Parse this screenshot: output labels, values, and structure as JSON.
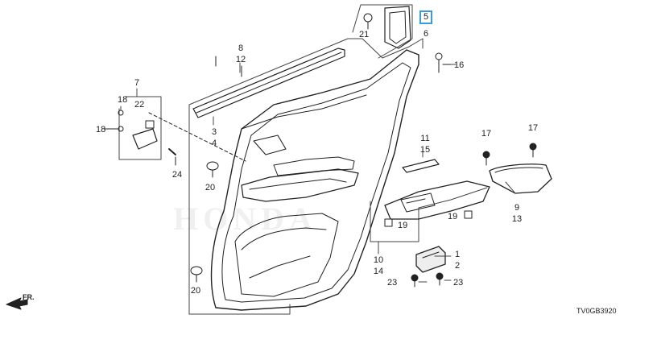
{
  "highlight_color": "#3a9bd9",
  "watermark": "HONDA",
  "diagram_code": "TV0GB3920",
  "front_arrow_label": "FR.",
  "labels": {
    "p5": "5",
    "p6": "6",
    "p21": "21",
    "p16": "16",
    "p8": "8",
    "p12": "12",
    "p3": "3",
    "p4": "4",
    "p7": "7",
    "p22": "22",
    "p18a": "18",
    "p18b": "18",
    "p24": "24",
    "p20a": "20",
    "p20b": "20",
    "p11": "11",
    "p15": "15",
    "p17a": "17",
    "p17b": "17",
    "p9": "9",
    "p13": "13",
    "p19a": "19",
    "p19b": "19",
    "p10": "10",
    "p14": "14",
    "p1": "1",
    "p2": "2",
    "p23a": "23",
    "p23b": "23"
  }
}
